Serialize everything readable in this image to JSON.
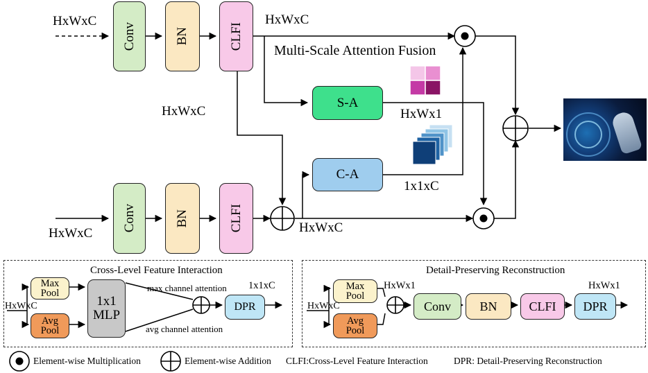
{
  "diagram": {
    "title": "Multi-Scale Attention Fusion",
    "top_branch": {
      "input": "HxWxC",
      "conv": "Conv",
      "bn": "BN",
      "clfi": "CLFI",
      "output": "HxWxC"
    },
    "bottom_branch": {
      "input": "HxWxC",
      "conv": "Conv",
      "bn": "BN",
      "clfi": "CLFI",
      "output": "HxWxC"
    },
    "middle_label": "HxWxC",
    "sa": "S-A",
    "ca": "C-A",
    "sa_dims": "HxWx1",
    "ca_dims": "1x1xC",
    "output_icon": "ai-hand-image",
    "colors": {
      "conv": "#d4ecc6",
      "bn": "#fbe8c2",
      "clfi": "#f8c9e8",
      "sa": "#3ee08c",
      "ca": "#9fcdee",
      "dpr": "#bfe6f6",
      "mlp": "#c8c8c8",
      "max_pool": "#fbf2cc",
      "avg_pool": "#f09a5a"
    }
  },
  "panel_cfi": {
    "title": "Cross-Level Feature Interaction",
    "max_pool": "Max\nPool",
    "avg_pool": "Avg\nPool",
    "input": "HxWxC",
    "mlp": "1x1\nMLP",
    "max_attention": "max channel attention",
    "avg_attention": "avg channel attention",
    "dims": "1x1xC",
    "dpr": "DPR"
  },
  "panel_dpr": {
    "title": "Detail-Preserving Reconstruction",
    "max_pool": "Max\nPool",
    "avg_pool": "Avg\nPool",
    "input": "HxWxC",
    "dims_in": "HxWx1",
    "conv": "Conv",
    "bn": "BN",
    "clfi": "CLFI",
    "dpr": "DPR",
    "dims_out": "HxWx1"
  },
  "legend": {
    "multiply": "Element-wise Multiplication",
    "add": "Element-wise Addition",
    "clfi": "CLFI:Cross-Level Feature Interaction",
    "dpr": "DPR: Detail-Preserving Reconstruction"
  }
}
